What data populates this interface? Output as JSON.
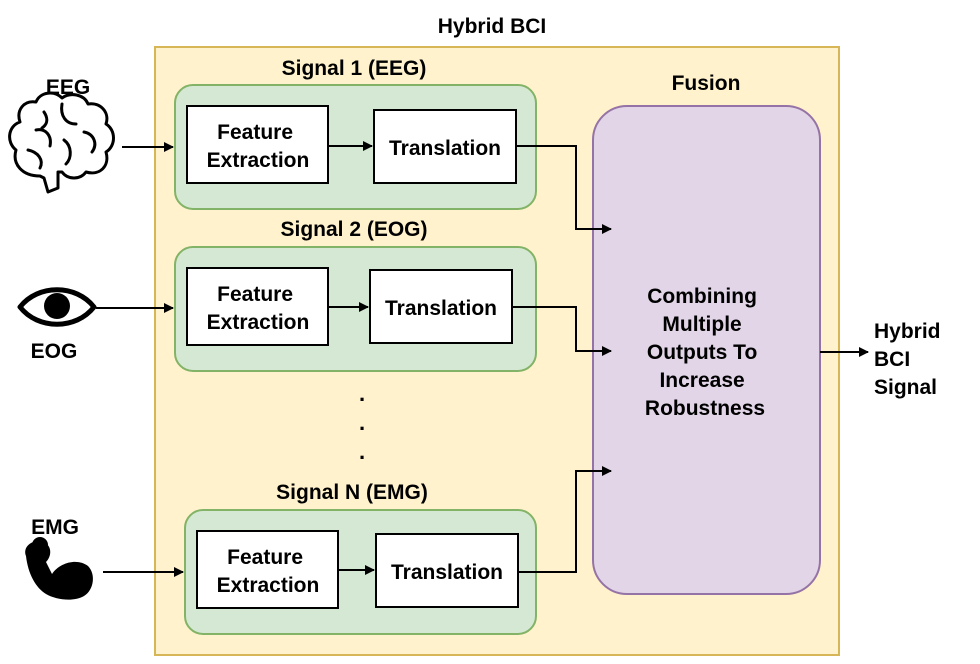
{
  "diagram": {
    "title": "Hybrid BCI",
    "fusion_title": "Fusion",
    "fusion_body": [
      "Combining",
      "Multiple",
      "Outputs To",
      "Increase",
      "Robustness"
    ],
    "output_label": [
      "Hybrid",
      "BCI",
      "Signal"
    ],
    "ellipsis": ".",
    "signals": [
      {
        "title": "Signal 1 (EEG)",
        "source_label": "EEG",
        "source_icon": "brain-icon",
        "feature_lines": [
          "Feature",
          "Extraction"
        ],
        "translation": "Translation"
      },
      {
        "title": "Signal 2 (EOG)",
        "source_label": "EOG",
        "source_icon": "eye-icon",
        "feature_lines": [
          "Feature",
          "Extraction"
        ],
        "translation": "Translation"
      },
      {
        "title": "Signal N (EMG)",
        "source_label": "EMG",
        "source_icon": "flexed-arm-icon",
        "feature_lines": [
          "Feature",
          "Extraction"
        ],
        "translation": "Translation"
      }
    ],
    "colors": {
      "outer_fill": "#fff2cc",
      "outer_stroke": "#d6b656",
      "signal_fill": "#d5e8d4",
      "signal_stroke": "#82b366",
      "fusion_fill": "#e1d5e7",
      "fusion_stroke": "#9673a6",
      "box_fill": "#ffffff",
      "line": "#000000"
    }
  }
}
